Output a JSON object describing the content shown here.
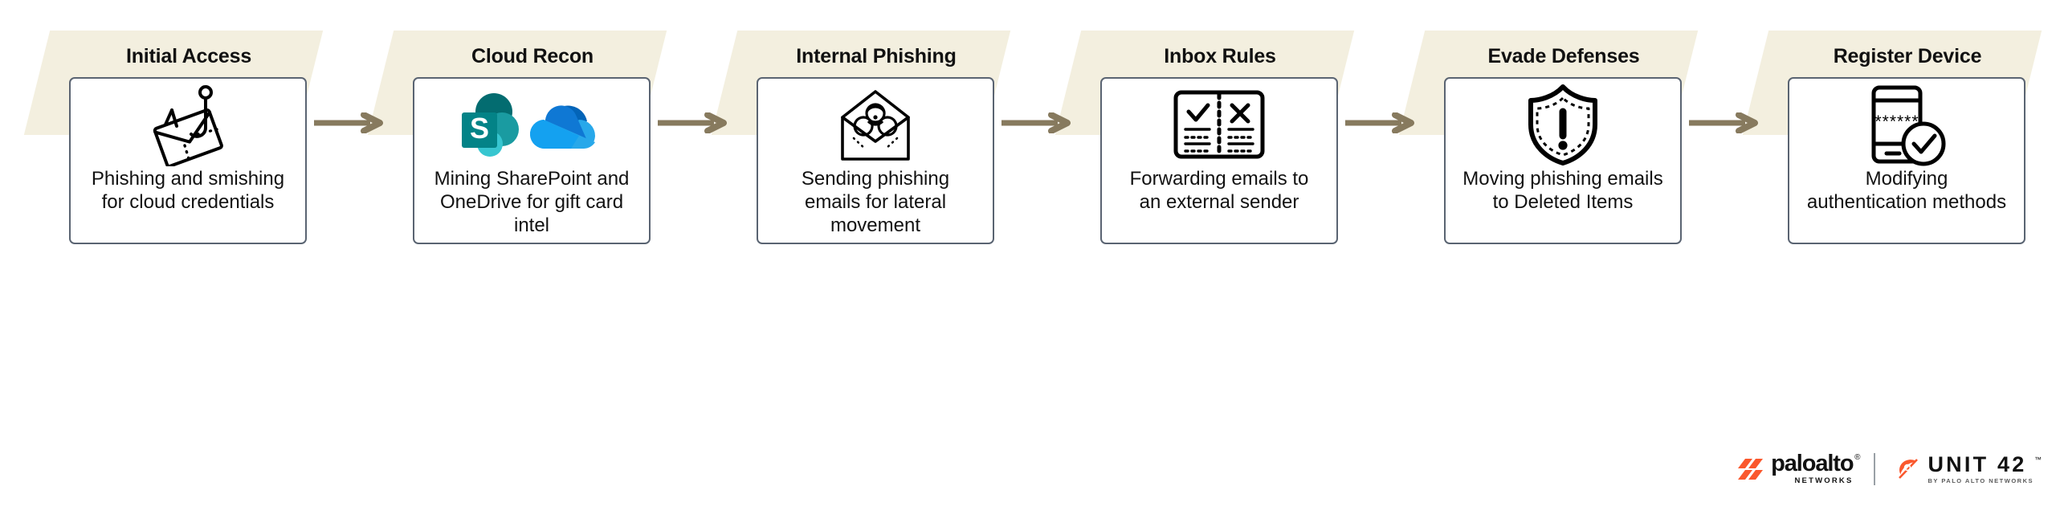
{
  "diagram": {
    "type": "attack-chain-flow",
    "stage_count": 6,
    "colors": {
      "banner_bg": "#f3efdf",
      "card_border": "#5a6472",
      "arrow": "#877a5e",
      "text": "#111111",
      "brand_orange": "#fa582d",
      "sharepoint_dark_teal": "#036c70",
      "sharepoint_mid_teal": "#1a9ba1",
      "sharepoint_light_teal": "#37c6d0",
      "onedrive_dark_blue": "#0364b8",
      "onedrive_mid_blue": "#0f78d4",
      "onedrive_light_blue": "#28a8ea",
      "onedrive_pale_blue": "#14caff"
    },
    "stages": [
      {
        "title": "Initial Access",
        "description": "Phishing and smishing for cloud credentials",
        "icon": "phishing-hook-envelope-icon"
      },
      {
        "title": "Cloud Recon",
        "description": "Mining SharePoint and OneDrive for gift card intel",
        "icon": "sharepoint-onedrive-logos-icon"
      },
      {
        "title": "Internal Phishing",
        "description": "Sending phishing emails for lateral movement",
        "icon": "biohazard-open-envelope-icon"
      },
      {
        "title": "Inbox Rules",
        "description": "Forwarding emails to an external sender",
        "icon": "rules-checklist-icon"
      },
      {
        "title": "Evade Defenses",
        "description": "Moving phishing emails to Deleted Items",
        "icon": "shield-alert-icon"
      },
      {
        "title": "Register Device",
        "description": "Modifying authentication methods",
        "icon": "phone-passcode-check-icon"
      }
    ],
    "connectors": [
      {
        "name": "arrow-1"
      },
      {
        "name": "arrow-2"
      },
      {
        "name": "arrow-3"
      },
      {
        "name": "arrow-4"
      },
      {
        "name": "arrow-5"
      }
    ]
  },
  "footer": {
    "paloalto": {
      "wordmark": "paloalto",
      "subtext": "NETWORKS",
      "registered": "®"
    },
    "unit42": {
      "wordmark": "UNIT 42",
      "subtext": "BY PALO ALTO NETWORKS",
      "trademark": "™"
    }
  }
}
